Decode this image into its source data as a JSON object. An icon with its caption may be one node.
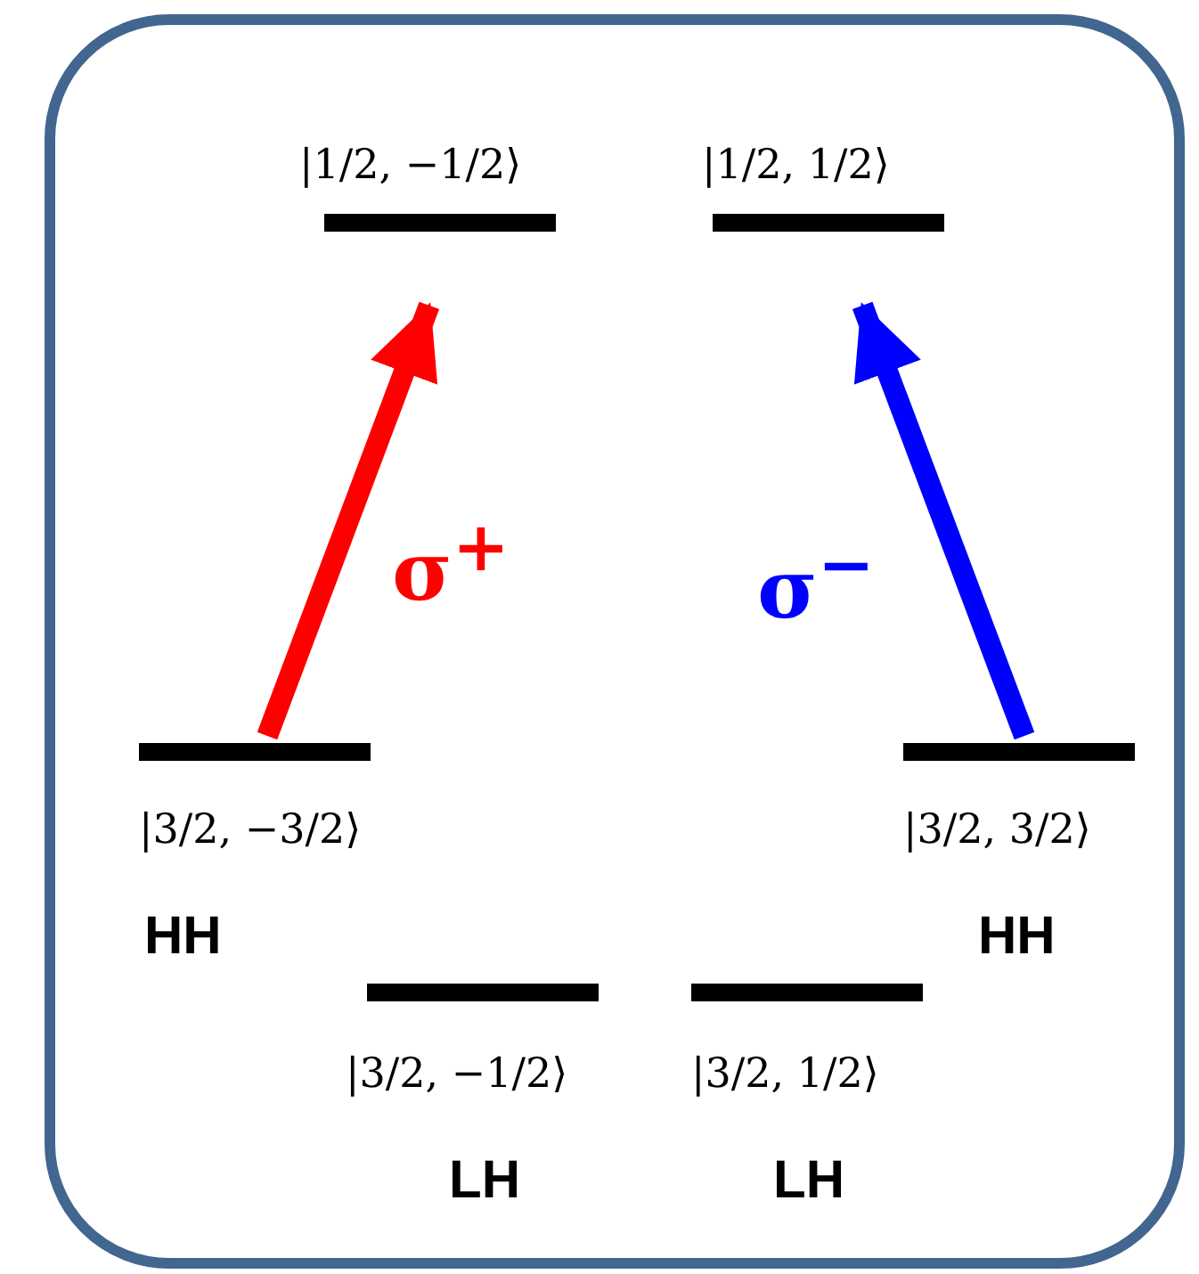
{
  "diagram": {
    "nodes": [
      {
        "text": [],
        "shape": "bar",
        "beside": [
          "|1/2, −1/2⟩"
        ]
      },
      {
        "text": [],
        "shape": "bar",
        "beside": [
          "|1/2, 1/2⟩"
        ]
      },
      {
        "text": [],
        "shape": "bar",
        "beside": [
          "|3/2, −3/2⟩",
          "HH"
        ]
      },
      {
        "text": [],
        "shape": "bar",
        "beside": [
          "|3/2, 3/2⟩",
          "HH"
        ]
      },
      {
        "text": [],
        "shape": "bar",
        "beside": [
          "|3/2, −1/2⟩",
          "LH"
        ]
      },
      {
        "text": [],
        "shape": "bar",
        "beside": [
          "|3/2, 1/2⟩",
          "LH"
        ]
      }
    ],
    "edges": [
      {
        "from": 2,
        "to": 0,
        "arrow": "to",
        "label": "σ$^{+}$",
        "color": "#ff0000"
      },
      {
        "from": 3,
        "to": 1,
        "arrow": "to",
        "label": "σ$^{−}$",
        "color": "#0000ff"
      }
    ]
  }
}
